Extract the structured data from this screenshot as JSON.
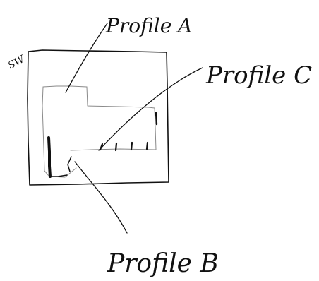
{
  "labels": {
    "orientation": "SW",
    "profile_a": "Profile A",
    "profile_b": "Profile B",
    "profile_c": "Profile C"
  },
  "colors": {
    "ink": "#111111",
    "pencil": "#8a8a8a",
    "paper": "#ffffff"
  }
}
